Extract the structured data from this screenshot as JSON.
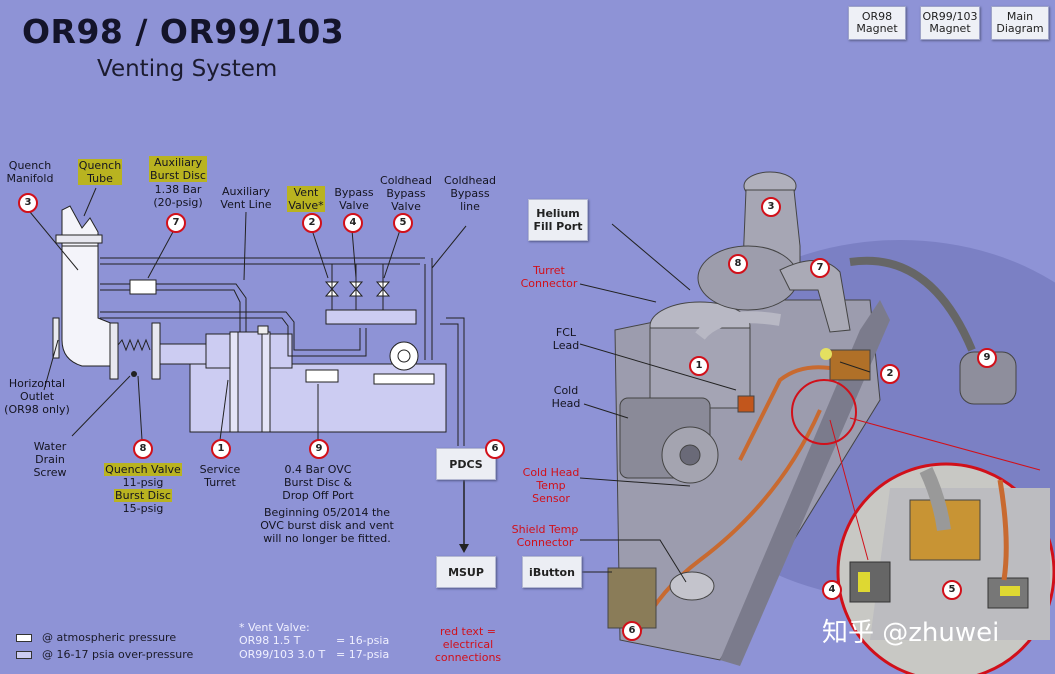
{
  "title": "OR98 / OR99/103",
  "subtitle": "Venting System",
  "nav": {
    "or98": "OR98\nMagnet",
    "or99": "OR99/103\nMagnet",
    "main": "Main\nDiagram"
  },
  "schematic": {
    "quench_manifold": "Quench\nManifold",
    "quench_tube": "Quench\nTube",
    "aux_burst_disc": "Auxiliary\nBurst Disc",
    "aux_burst_pressure": "1.38 Bar\n(20-psig)",
    "aux_vent_line": "Auxiliary\nVent Line",
    "vent_valve": "Vent\nValve*",
    "bypass_valve": "Bypass\nValve",
    "coldhead_bypass_valve": "Coldhead\nBypass\nValve",
    "coldhead_bypass_line": "Coldhead\nBypass\nline",
    "horizontal_outlet": "Horizontal\nOutlet\n(OR98 only)",
    "water_drain_screw": "Water\nDrain\nScrew",
    "quench_valve": "Quench Valve",
    "quench_valve_psig": "11-psig",
    "burst_disc": "Burst Disc",
    "burst_disc_psig": "15-psig",
    "service_turret": "Service\nTurret",
    "ovc_text": "0.4 Bar OVC\nBurst Disc &\nDrop Off Port",
    "ovc_note": "Beginning 05/2014 the\nOVC burst disk and vent\nwill no longer be fitted.",
    "pdcs": "PDCS",
    "msup": "MSUP",
    "ibutton": "iButton"
  },
  "legend": {
    "atm": "@ atmospheric pressure",
    "over": "@ 16-17 psia over-pressure",
    "vent_note": "* Vent Valve:",
    "or98_spec": "OR98 1.5 T",
    "or98_val": "= 16-psia",
    "or99_spec": "OR99/103 3.0 T",
    "or99_val": "= 17-psia",
    "red_note": "red text =\nelectrical\nconnections"
  },
  "photo": {
    "helium_fill_port": "Helium\nFill Port",
    "turret_connector": "Turret\nConnector",
    "fcl_lead": "FCL\nLead",
    "cold_head": "Cold\nHead",
    "cold_head_temp": "Cold Head\nTemp\nSensor",
    "shield_temp": "Shield Temp\nConnector",
    "watermark": "知乎 @zhuwei"
  },
  "markers": [
    "1",
    "2",
    "3",
    "4",
    "5",
    "6",
    "7",
    "8",
    "9"
  ],
  "colors": {
    "accent_red": "#d1101a",
    "highlight": "#b9b320",
    "background": "#8e93d6"
  }
}
